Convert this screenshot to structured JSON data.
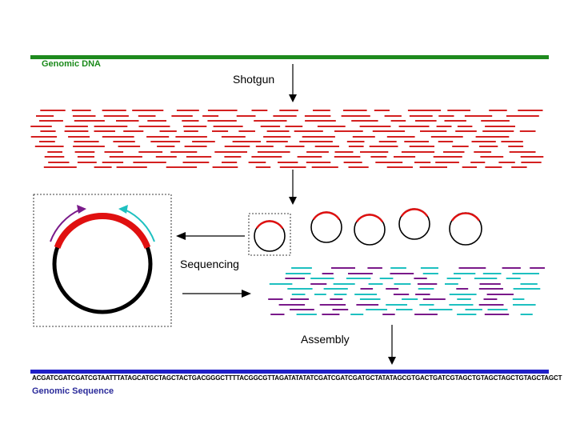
{
  "labels": {
    "genomic_dna": "Genomic DNA",
    "shotgun": "Shotgun",
    "sequencing": "Sequencing",
    "assembly": "Assembly",
    "genomic_sequence": "Genomic Sequence"
  },
  "sequence": "ACGATCGATCGATCGTAATTTATAGCATGCTAGCTACTGACGGGCTTTTACGGCGTTAGATATATATCGATCGATCGATGCTATATAGCGTGACTGATCGTAGCTGTAGCTAGCTGTAGCTAGCT",
  "colors": {
    "genomic_dna_bar": "#1e8a1e",
    "genomic_sequence_bar": "#2020c8",
    "fragment_red": "#d42020",
    "read_purple": "#7a1a8a",
    "read_cyan": "#1ec0c0",
    "plasmid_black": "#000000",
    "plasmid_insert": "#e01010"
  }
}
